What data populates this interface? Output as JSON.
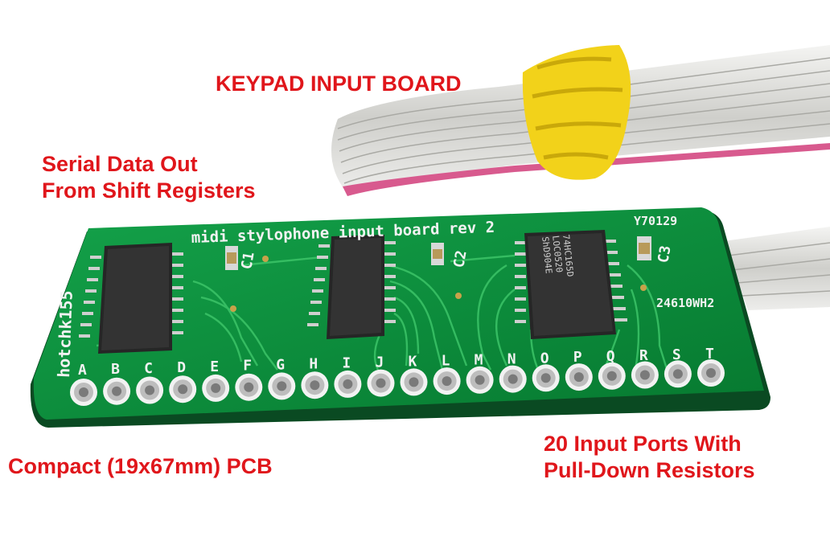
{
  "captions": {
    "keypad": "KEYPAD INPUT BOARD",
    "serial_line1": "Serial Data Out",
    "serial_line2": "From Shift Registers",
    "compact": "Compact (19x67mm) PCB",
    "ports_line1": "20 Input Ports With",
    "ports_line2": "Pull-Down Resistors"
  },
  "silkscreen": {
    "board_title": "midi stylophone input board rev 2",
    "author": "hotchk155",
    "date_code": "Y70129",
    "lot_code": "24610WH2",
    "cap1": "C1",
    "cap2": "C2",
    "cap3": "C3",
    "port_letters": [
      "A",
      "B",
      "C",
      "D",
      "E",
      "F",
      "G",
      "H",
      "I",
      "J",
      "K",
      "L",
      "M",
      "N",
      "O",
      "P",
      "Q",
      "R",
      "S",
      "T"
    ]
  },
  "chip_marking": [
    "74HC165D",
    "LOC0520",
    "ShD904E"
  ],
  "colors": {
    "caption": "#e0161b",
    "pcb": "#0b8a3a",
    "pcb_trace": "#2fb35a",
    "silkscreen": "#f2f2f2",
    "ribbon": "#d9d9d6",
    "rubber_band": "#f2d21a"
  }
}
